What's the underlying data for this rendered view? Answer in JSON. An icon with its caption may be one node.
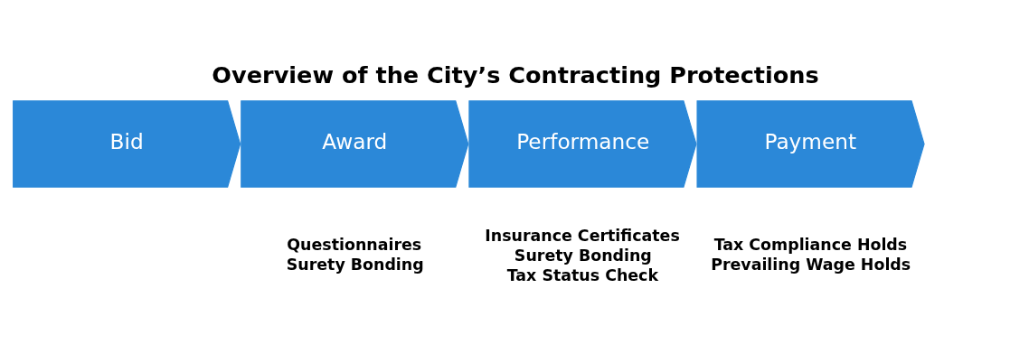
{
  "diagram": {
    "title": "Overview of the City’s Contracting Protections",
    "nodes": [
      {
        "text": [
          "Bid"
        ]
      },
      {
        "text": [
          "Award"
        ]
      },
      {
        "text": [
          "Performance"
        ]
      },
      {
        "text": [
          "Payment"
        ]
      }
    ],
    "edges": [],
    "labels": [
      "Questionnaires",
      "Surety Bonding",
      "Insurance Certificates",
      "Surety Bonding",
      "Tax Status Check",
      "Tax Compliance Holds",
      "Prevailing Wage Holds"
    ]
  }
}
